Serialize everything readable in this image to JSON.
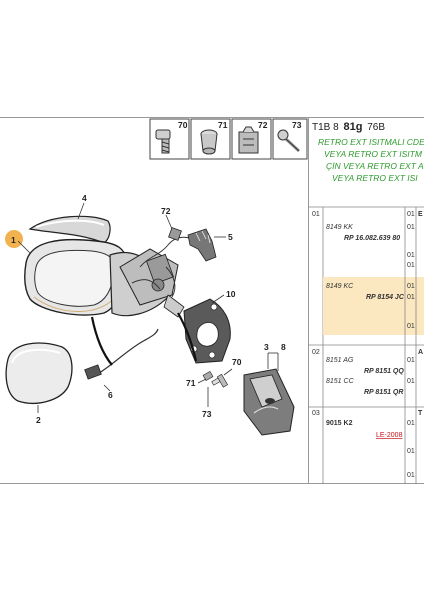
{
  "header": {
    "code_left": "T1B 8",
    "code_bold": "81g",
    "code_right": "76B"
  },
  "fastener_icons": [
    {
      "num": "70",
      "name": "screw-70-icon"
    },
    {
      "num": "71",
      "name": "bushing-71-icon"
    },
    {
      "num": "72",
      "name": "clip-72-icon"
    },
    {
      "num": "73",
      "name": "screw-73-icon"
    }
  ],
  "title_lines": [
    "RETRO EXT ISITMALI CDE",
    "VEYA RETRO EXT ISITM",
    "ÇİN VEYA RETRO EXT A",
    "VEYA RETRO EXT ISI"
  ],
  "callouts": [
    "1",
    "2",
    "3",
    "4",
    "5",
    "6",
    "8",
    "10",
    "70",
    "71",
    "72",
    "73"
  ],
  "parts_table": {
    "rows": [
      {
        "group": "01",
        "part_no": "8149 KK",
        "ref": "RP 16.082.639 80",
        "qty": [
          "01",
          "01",
          "01",
          "01"
        ],
        "col_letter": "E",
        "highlighted": false
      },
      {
        "group": "",
        "part_no": "8149 KC",
        "ref": "RP 8154 JC",
        "qty": [
          "01",
          "01",
          "01"
        ],
        "col_letter": "",
        "highlighted": true
      },
      {
        "group": "02",
        "part_no": "8151 AG",
        "ref": "RP 8151 QQ",
        "qty": [
          "01"
        ],
        "col_letter": "A",
        "highlighted": false
      },
      {
        "group": "",
        "part_no": "8151 CC",
        "ref": "RP 8151 QR",
        "qty": [
          "01"
        ],
        "col_letter": "",
        "highlighted": false
      },
      {
        "group": "03",
        "part_no": "9015 K2",
        "ref": "LE-2008",
        "qty": [
          "01",
          "01",
          "01"
        ],
        "col_letter": "T",
        "highlighted": false
      }
    ]
  },
  "colors": {
    "title_green": "#2e9a2e",
    "highlight": "#fbe7c0",
    "red_link": "#c0141c",
    "callout_orange": "#f0a530"
  }
}
